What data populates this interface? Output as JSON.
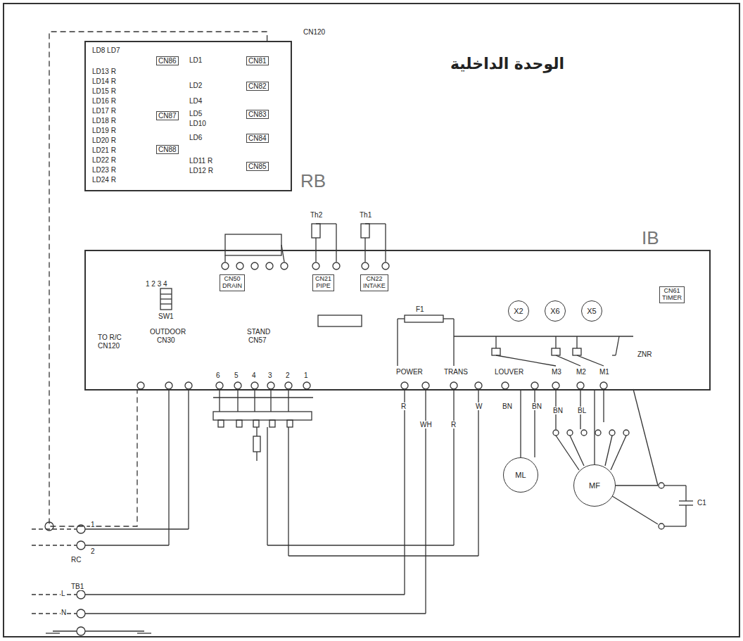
{
  "diagram": {
    "title": "الوحدة الداخلية",
    "nodes": [
      {
        "text": [
          "RB"
        ]
      },
      {
        "text": [
          "IB"
        ]
      },
      {
        "text": [
          "CN50",
          "DRAIN"
        ],
        "in": 1
      },
      {
        "text": [
          "CN21",
          "PIPE"
        ],
        "in": 1
      },
      {
        "text": [
          "CN22",
          "INTAKE"
        ],
        "in": 1
      },
      {
        "text": [
          "CN61",
          "TIMER"
        ],
        "in": 1
      },
      {
        "text": [
          "X2"
        ],
        "in": 1
      },
      {
        "text": [
          "X6"
        ],
        "in": 1
      },
      {
        "text": [
          "X5"
        ],
        "in": 1
      },
      {
        "text": [
          "ML"
        ]
      },
      {
        "text": [
          "MF"
        ]
      }
    ],
    "edges": [
      {
        "from": 0,
        "to": 1,
        "arrow": "none"
      },
      {
        "from": 1,
        "to": 9,
        "arrow": "none"
      },
      {
        "from": 1,
        "to": 10,
        "arrow": "none"
      }
    ],
    "labels": [
      "LD8 LD7",
      "LD13 R",
      "LD14 R",
      "LD15 R",
      "LD16 R",
      "LD17 R",
      "LD18 R",
      "LD19 R",
      "LD20 R",
      "LD21 R",
      "LD22 R",
      "LD23 R",
      "LD24 R",
      "CN86",
      "LD1",
      "CN81",
      "LD2",
      "CN82",
      "LD4",
      "LD5",
      "CN83",
      "LD10",
      "CN87",
      "LD6",
      "CN84",
      "CN88",
      "LD11 R",
      "LD12 R",
      "CN85",
      "CN120",
      "Th2",
      "Th1",
      "SW1",
      "1 2 3 4",
      "TO R/C",
      "CN120",
      "OUTDOOR",
      "CN30",
      "STAND",
      "CN57",
      "6",
      "5",
      "4",
      "3",
      "2",
      "1",
      "F1",
      "ZNR",
      "POWER",
      "TRANS",
      "LOUVER",
      "M3",
      "M2",
      "M1",
      "R",
      "WH",
      "R",
      "W",
      "BN",
      "BN",
      "BN",
      "BL",
      "C1",
      "1",
      "2",
      "RC",
      "TB1",
      "L",
      "N"
    ]
  }
}
